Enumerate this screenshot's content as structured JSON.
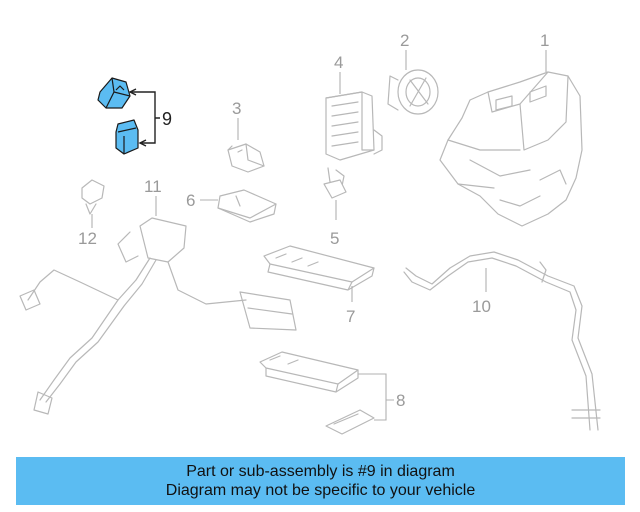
{
  "diagram": {
    "callouts": {
      "c1": "1",
      "c2": "2",
      "c3": "3",
      "c4": "4",
      "c5": "5",
      "c6": "6",
      "c7": "7",
      "c8": "8",
      "c9": "9",
      "c10": "10",
      "c11": "11",
      "c12": "12"
    },
    "highlighted_part": "9",
    "colors": {
      "highlight_fill": "#5bbcf2",
      "line_art": "#b8b8b8",
      "banner_bg": "#5bbcf2"
    }
  },
  "banner": {
    "line1": "Part or sub-assembly is #9 in diagram",
    "line2": "Diagram may not be specific to your vehicle"
  }
}
